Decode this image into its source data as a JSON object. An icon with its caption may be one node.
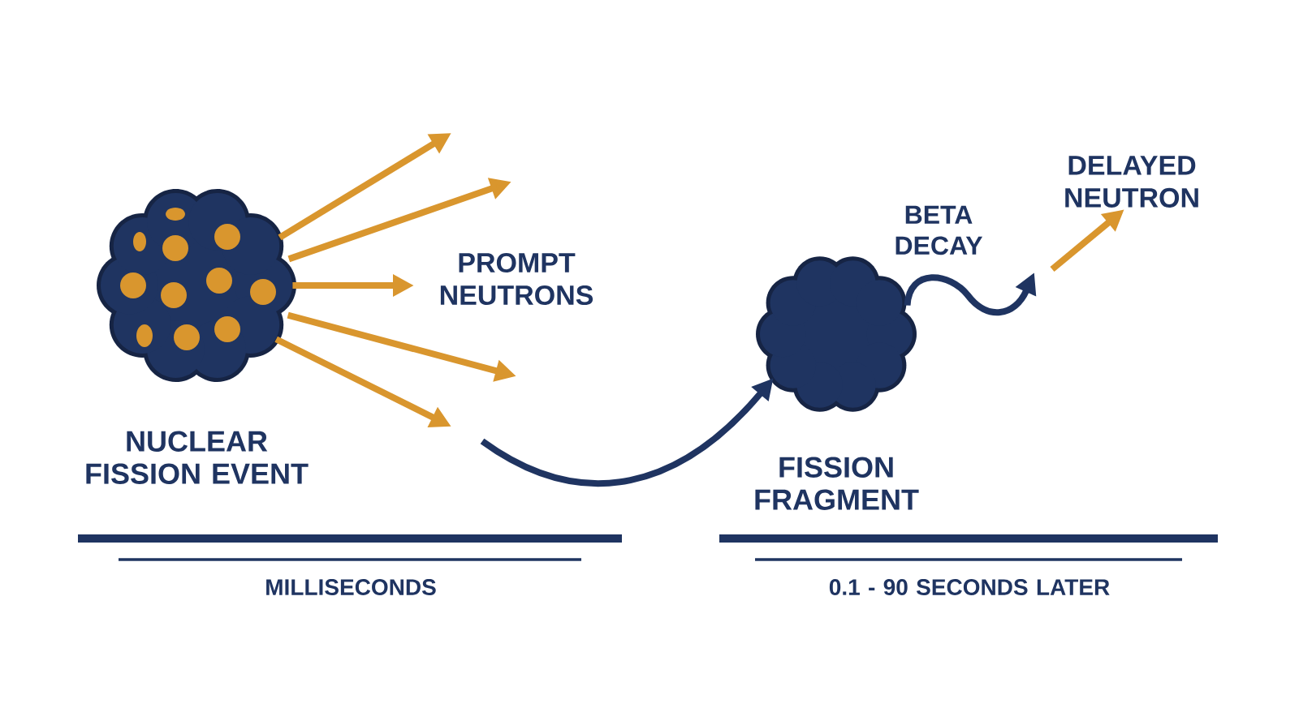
{
  "diagram": {
    "nodes": [
      {
        "text": [
          "NUCLEAR FISSION EVENT"
        ]
      },
      {
        "text": [
          "FISSION FRAGMENT"
        ]
      },
      {
        "text": [
          "DELAYED NEUTRON"
        ]
      }
    ],
    "edges": [
      {
        "from": 0,
        "to": null,
        "arrow": "to"
      },
      {
        "from": 0,
        "to": null,
        "arrow": "to"
      },
      {
        "from": 0,
        "to": null,
        "arrow": "to"
      },
      {
        "from": 0,
        "to": null,
        "arrow": "to"
      },
      {
        "from": 0,
        "to": null,
        "arrow": "to"
      },
      {
        "from": null,
        "to": 1,
        "arrow": "to",
        "color": "#1f3461"
      },
      {
        "from": 1,
        "to": null,
        "arrow": "to",
        "label": "BETA DECAY",
        "color": "#1f3461"
      },
      {
        "from": null,
        "to": 2,
        "arrow": "to"
      }
    ],
    "labels": [
      "PROMPT NEUTRONS",
      "MILLISECONDS",
      "0.1 - 90 SECONDS LATER"
    ]
  }
}
